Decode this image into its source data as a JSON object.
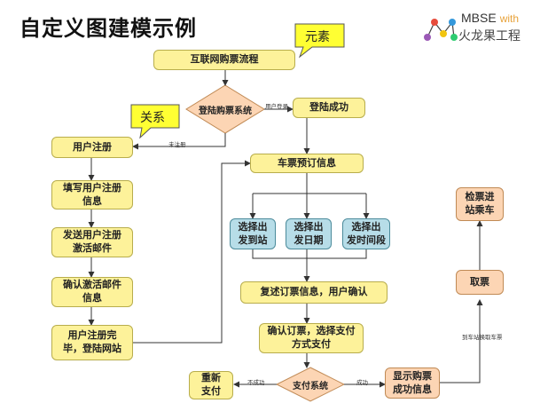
{
  "title": "自定义图建模示例",
  "logo": {
    "line1": "MBSE",
    "with": "with",
    "line2": "火龙果工程"
  },
  "callouts": {
    "element": "元素",
    "relation": "关系"
  },
  "nodes": {
    "internet_ticket_flow": "互联网购票流程",
    "login_system": "登陆购票系统",
    "login_success": "登陆成功",
    "user_register": "用户注册",
    "fill_register_info": "填写用户注册\n信息",
    "send_activation_email": "发送用户注册\n激活邮件",
    "confirm_activation_info": "确认激活邮件\n信息",
    "register_complete": "用户注册完\n毕，登陆网站",
    "ticket_booking_info": "车票预订信息",
    "select_stations": "选择出\n发到站",
    "select_date": "选择出\n发日期",
    "select_time": "选择出\n发时间段",
    "review_order": "复述订票信息，用户确认",
    "confirm_order_payment": "确认订票，选择支付\n方式支付",
    "payment_system": "支付系统",
    "repay": "重新\n支付",
    "show_success": "显示购票\n成功信息",
    "get_ticket": "取票",
    "check_board": "检票进\n站乘车"
  },
  "edge_labels": {
    "user_login": "用户登录",
    "not_registered": "未注册",
    "failed": "不成功",
    "success": "成功",
    "get_ticket_at_station": "到车站换取车票"
  },
  "colors": {
    "yellow_fill": "#fdf29a",
    "salmon_fill": "#fcd5b4",
    "blue_fill": "#b7dde8",
    "callout_fill": "#ffff33",
    "line": "#333333"
  }
}
